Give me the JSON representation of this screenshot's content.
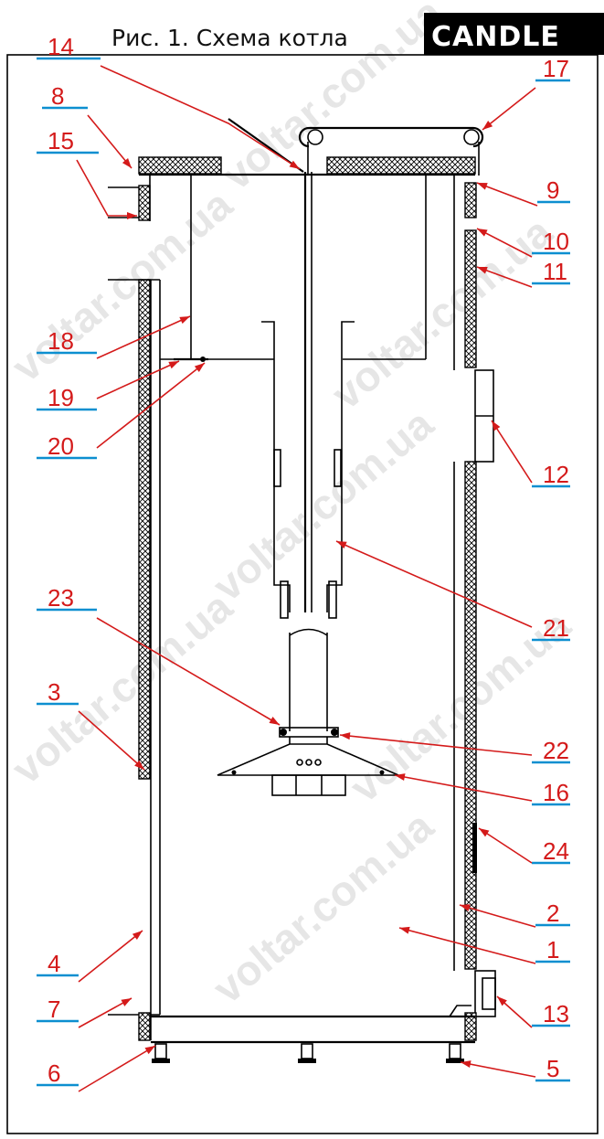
{
  "title": "Рис. 1. Схема котла",
  "brand": "CANDLE",
  "watermark": "voltar.com.ua",
  "colors": {
    "callout": "#d41a1a",
    "underline": "#0c8fd0",
    "drawing": "#000000",
    "watermark": "#e6e6e6"
  },
  "callouts": [
    {
      "id": "14",
      "label": "14"
    },
    {
      "id": "8",
      "label": "8"
    },
    {
      "id": "15",
      "label": "15"
    },
    {
      "id": "17",
      "label": "17"
    },
    {
      "id": "9",
      "label": "9"
    },
    {
      "id": "10",
      "label": "10"
    },
    {
      "id": "11",
      "label": "11"
    },
    {
      "id": "18",
      "label": "18"
    },
    {
      "id": "19",
      "label": "19"
    },
    {
      "id": "20",
      "label": "20"
    },
    {
      "id": "12",
      "label": "12"
    },
    {
      "id": "21",
      "label": "21"
    },
    {
      "id": "23",
      "label": "23"
    },
    {
      "id": "22",
      "label": "22"
    },
    {
      "id": "16",
      "label": "16"
    },
    {
      "id": "24",
      "label": "24"
    },
    {
      "id": "3",
      "label": "3"
    },
    {
      "id": "2",
      "label": "2"
    },
    {
      "id": "4",
      "label": "4"
    },
    {
      "id": "1",
      "label": "1"
    },
    {
      "id": "7",
      "label": "7"
    },
    {
      "id": "13",
      "label": "13"
    },
    {
      "id": "6",
      "label": "6"
    },
    {
      "id": "5",
      "label": "5"
    }
  ]
}
